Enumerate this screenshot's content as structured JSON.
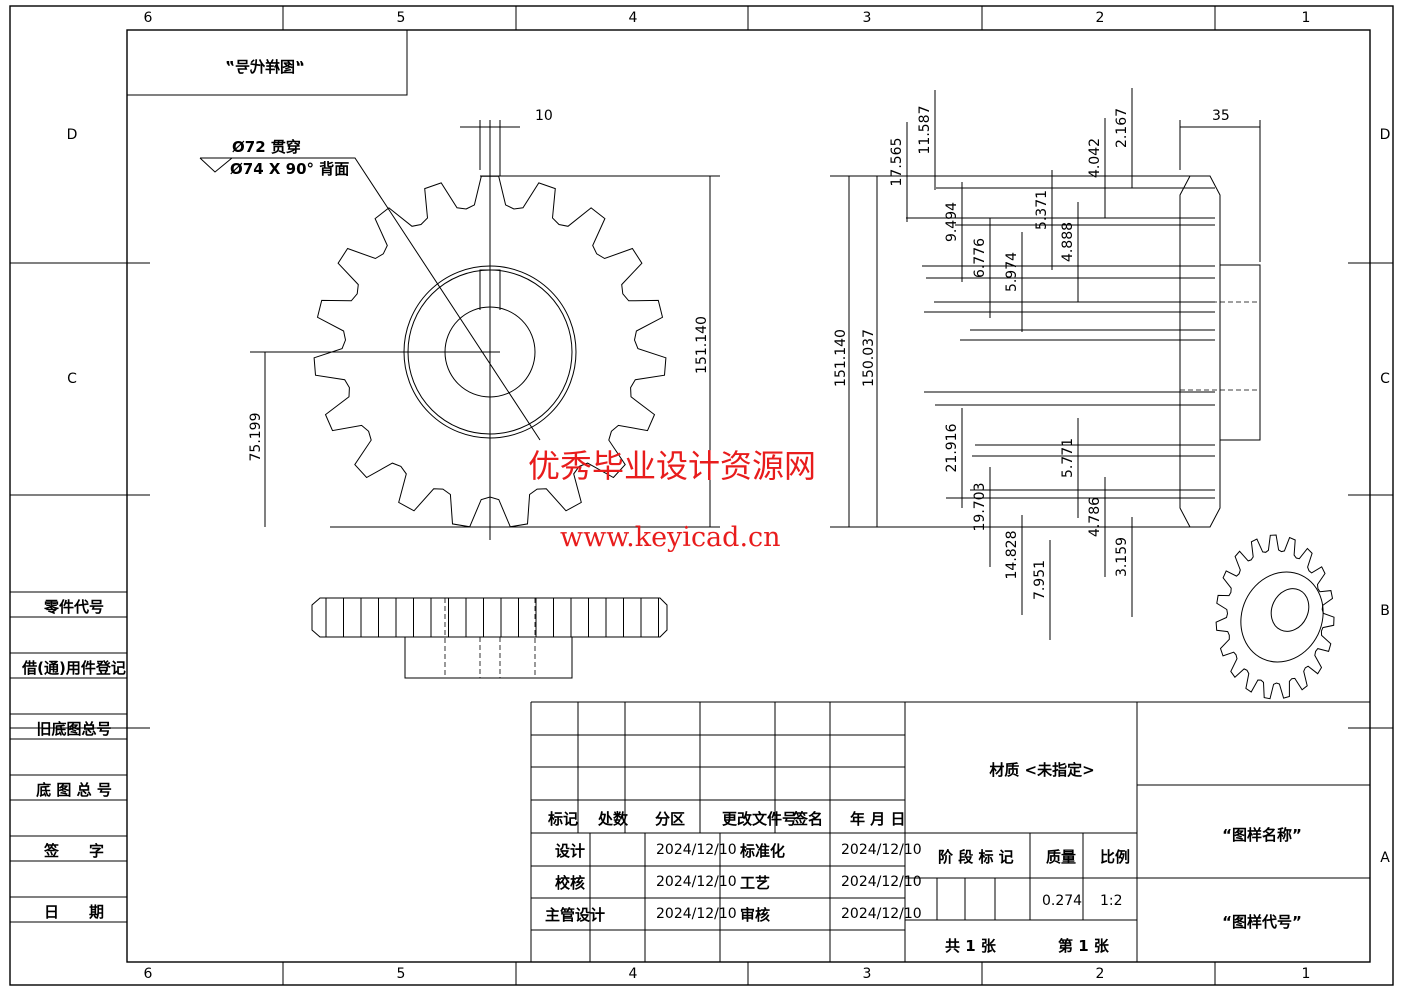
{
  "zones": {
    "columns": [
      "6",
      "5",
      "4",
      "3",
      "2",
      "1"
    ],
    "rows": [
      "D",
      "C",
      "B",
      "A"
    ]
  },
  "mirrored_code": "“图样代号”",
  "annotations": {
    "hole_line1": "Ø72 贯穿",
    "hole_line2": "Ø74 X 90° 背面",
    "keyway_width": "10",
    "hub_length": "35",
    "front_height": "151.140",
    "front_half": "75.199"
  },
  "side_dims": [
    "151.140",
    "150.037",
    "17.565",
    "11.587",
    "9.494",
    "6.776",
    "5.974",
    "5.371",
    "4.888",
    "4.042",
    "2.167",
    "21.916",
    "19.703",
    "14.828",
    "7.951",
    "5.771",
    "4.786",
    "3.159"
  ],
  "left_labels": [
    "零件代号",
    "借(通)用件登记",
    "旧底图总号",
    "底 图 总 号",
    "签　　字",
    "日　　期"
  ],
  "title_block": {
    "header": [
      "标记",
      "处数",
      "分区",
      "更改文件号",
      "签名",
      "年 月 日"
    ],
    "rows": [
      {
        "role": "设计",
        "date1": "2024/12/10",
        "role2": "标准化",
        "date2": "2024/12/10"
      },
      {
        "role": "校核",
        "date1": "2024/12/10",
        "role2": "工艺",
        "date2": "2024/12/10"
      },
      {
        "role": "主管设计",
        "date1": "2024/12/10",
        "role2": "审核",
        "date2": "2024/12/10"
      }
    ],
    "material": "材质 <未指定>",
    "stage_label": "阶 段 标 记",
    "mass_label": "质量",
    "scale_label": "比例",
    "mass": "0.274",
    "scale": "1:2",
    "sheets_total": "共 1 张",
    "sheet_no": "第 1 张",
    "drawing_name": "“图样名称”",
    "drawing_code": "“图样代号”"
  },
  "watermark": {
    "title": "优秀毕业设计资源网",
    "url": "www.keyicad.cn",
    "color": "#e81c1c"
  }
}
